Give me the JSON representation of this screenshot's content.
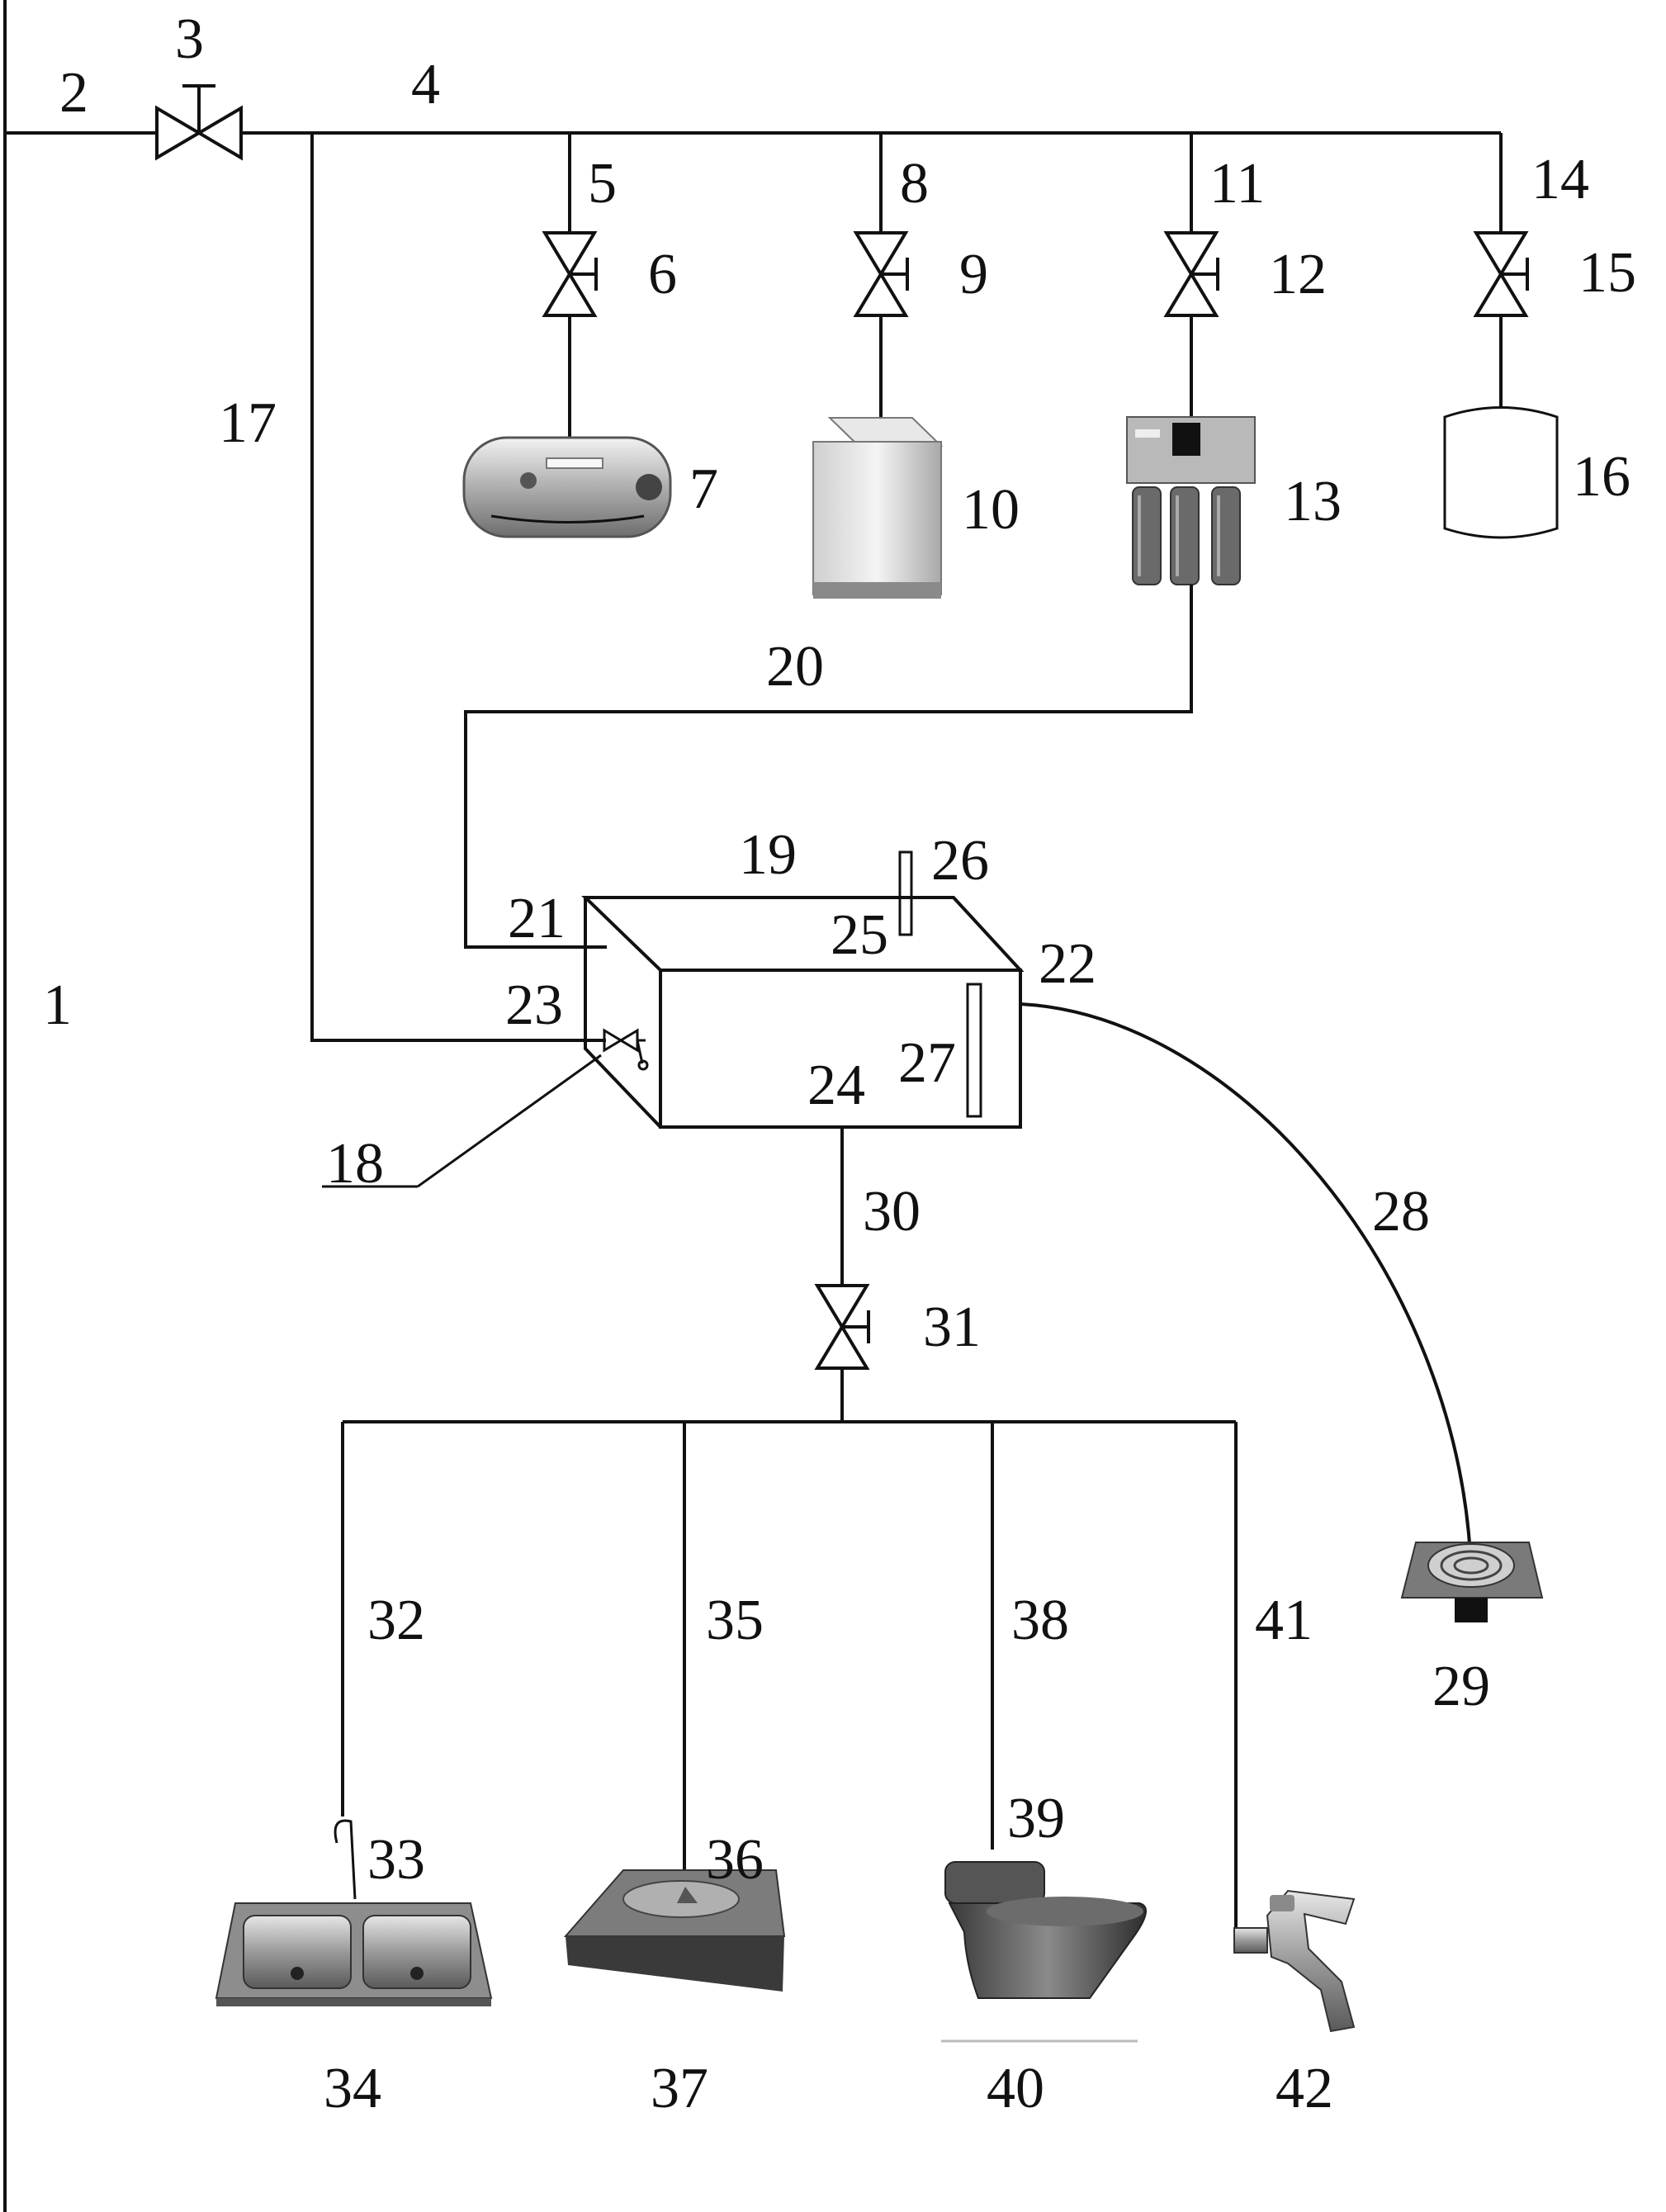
{
  "labels": {
    "l1": "1",
    "l2": "2",
    "l3": "3",
    "l4": "4",
    "l5": "5",
    "l6": "6",
    "l7": "7",
    "l8": "8",
    "l9": "9",
    "l10": "10",
    "l11": "11",
    "l12": "12",
    "l13": "13",
    "l14": "14",
    "l15": "15",
    "l16": "16",
    "l17": "17",
    "l18": "18",
    "l19": "19",
    "l20": "20",
    "l21": "21",
    "l22": "22",
    "l23": "23",
    "l24": "24",
    "l25": "25",
    "l26": "26",
    "l27": "27",
    "l28": "28",
    "l29": "29",
    "l30": "30",
    "l31": "31",
    "l32": "32",
    "l33": "33",
    "l34": "34",
    "l35": "35",
    "l36": "36",
    "l37": "37",
    "l38": "38",
    "l39": "39",
    "l40": "40",
    "l41": "41",
    "l42": "42"
  },
  "colors": {
    "line": "#111111",
    "appliance_metal": "#9a9a9a",
    "appliance_light": "#d9d9d9",
    "appliance_dark": "#4a4a4a"
  }
}
